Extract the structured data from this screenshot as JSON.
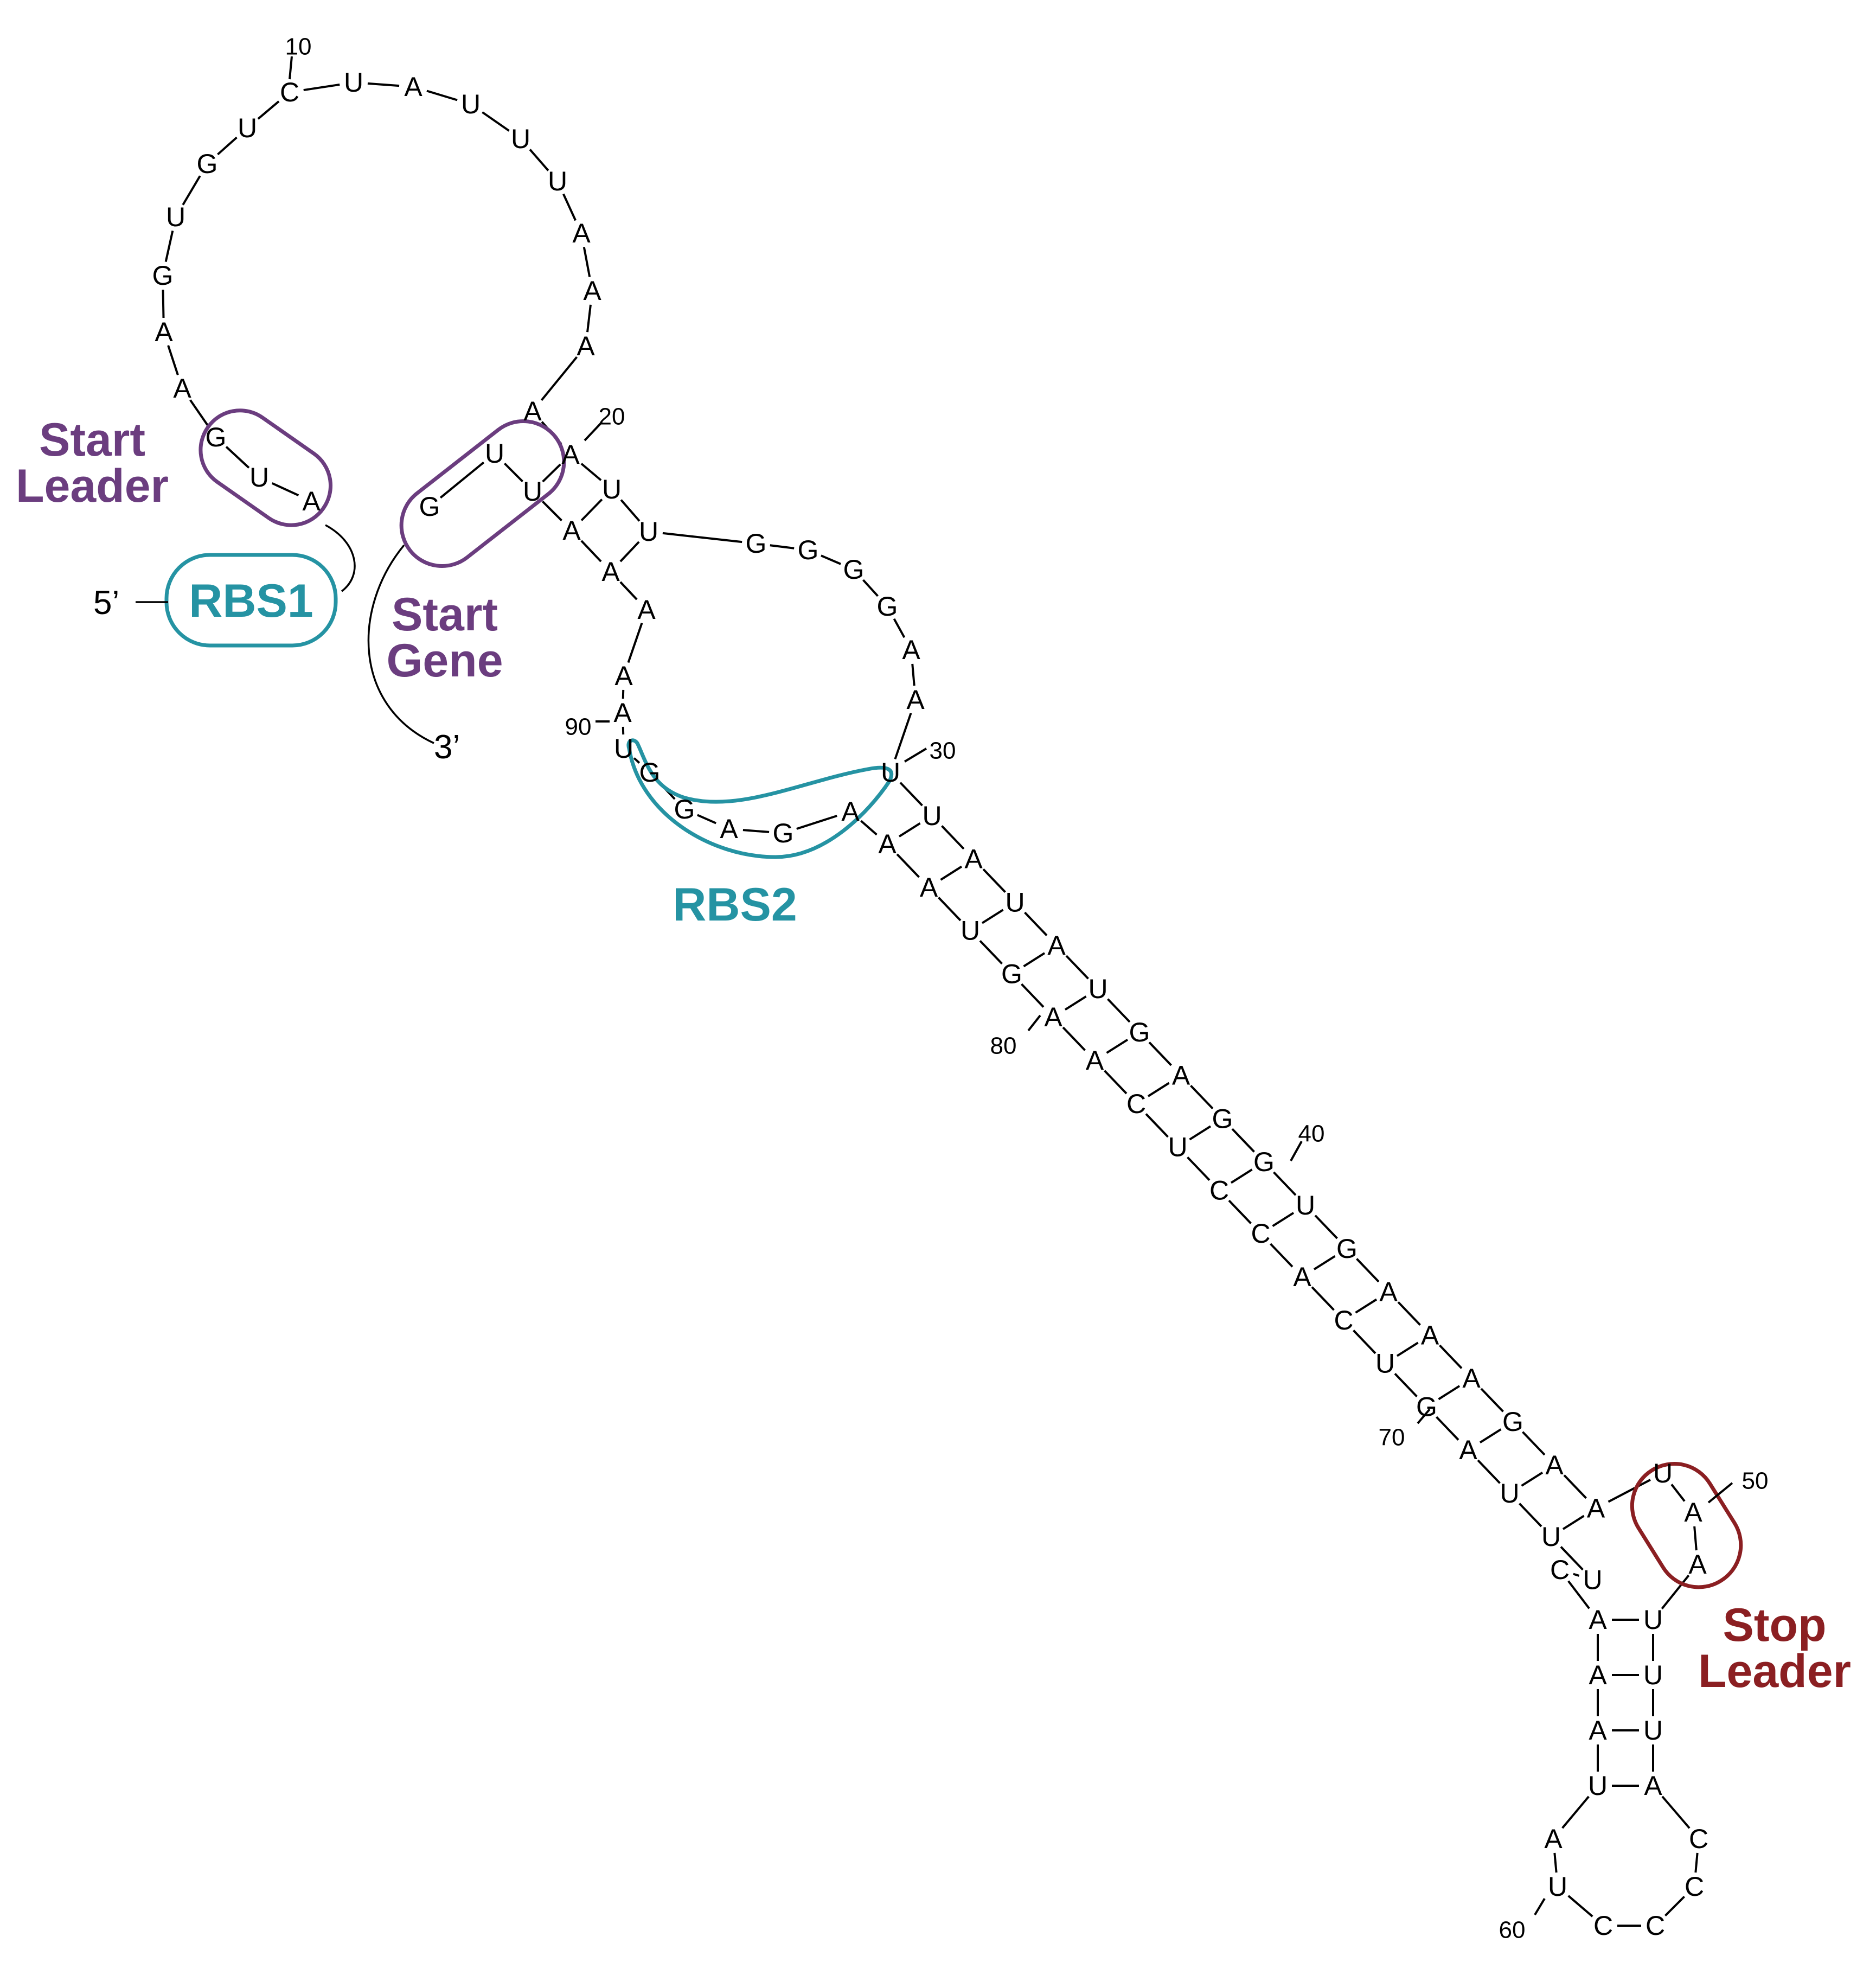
{
  "colors": {
    "start": "#6b3d7f",
    "rbs": "#2593a3",
    "stop": "#8b1f22",
    "ink": "#000000"
  },
  "ends": {
    "five_prime": "5’",
    "three_prime": "3’"
  },
  "labels": {
    "start_leader": [
      "Start",
      "Leader"
    ],
    "start_gene": [
      "Start",
      "Gene"
    ],
    "rbs1": "RBS1",
    "rbs2": "RBS2",
    "stop_leader": [
      "Stop",
      "Leader"
    ]
  },
  "position_numbers": [
    "10",
    "20",
    "30",
    "40",
    "50",
    "60",
    "70",
    "80",
    "90"
  ],
  "sequence": {
    "start_leader_codon": [
      "G",
      "U",
      "A"
    ],
    "hairpin_5prime_arm": [
      "A",
      "A",
      "G",
      "U",
      "G",
      "U",
      "C",
      "U",
      "A",
      "U",
      "U",
      "U",
      "A",
      "A",
      "A"
    ],
    "stem1_top_5prime": [
      "A",
      "A",
      "U",
      "U"
    ],
    "stem1_top_3prime": [
      "A",
      "A",
      "A"
    ],
    "internal_loop": [
      "G",
      "G",
      "G",
      "G",
      "A",
      "A"
    ],
    "long_stem_left": [
      "A",
      "A",
      "U",
      "G",
      "A",
      "A",
      "C",
      "U",
      "C",
      "C",
      "A",
      "C",
      "U",
      "G",
      "A",
      "U",
      "U",
      "U"
    ],
    "long_stem_right": [
      "U",
      "U",
      "A",
      "U",
      "A",
      "U",
      "G",
      "A",
      "G",
      "G",
      "U",
      "G",
      "A",
      "A",
      "A",
      "G",
      "A",
      "A"
    ],
    "stop_leader_codon": [
      "U",
      "A",
      "A"
    ],
    "terminal_stem_left": [
      "A",
      "A",
      "A",
      "U"
    ],
    "terminal_stem_right": [
      "U",
      "U",
      "U",
      "A"
    ],
    "terminal_loop": [
      "A",
      "U",
      "C",
      "C",
      "C",
      "C"
    ],
    "rbs2_bases": [
      "G",
      "G",
      "A",
      "G",
      "A"
    ],
    "start_gene_codon": [
      "G",
      "U",
      "U"
    ]
  }
}
